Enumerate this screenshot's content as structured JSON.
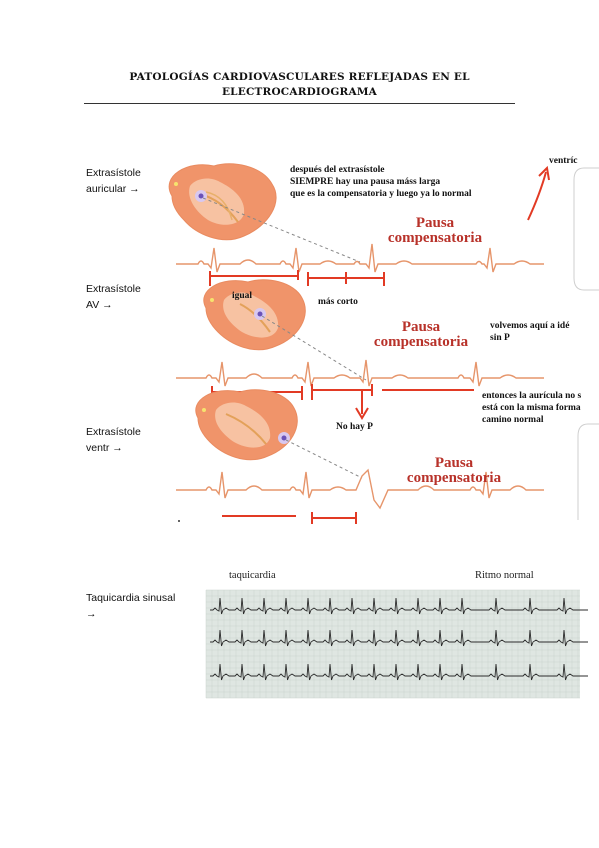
{
  "document": {
    "title_line1": "PATOLOGÍAS CARDIOVASCULARES REFLEJADAS EN EL",
    "title_line2": "ELECTROCARDIOGRAMA"
  },
  "sections": {
    "atrial": {
      "label_line1": "Extrasístole",
      "label_line2": "auricular →",
      "note_line1": "después del extrasístole",
      "note_line2": "SIEMPRE hay una pausa máss larga",
      "note_line3": "que es la compensatoria y luego ya lo normal",
      "side_note": "ventríc",
      "pausa_line1": "Pausa",
      "pausa_line2": "compensatoria"
    },
    "av": {
      "label_line1": "Extrasístole",
      "label_line2": "AV →",
      "note_igual": "igual",
      "note_corto": "más corto",
      "note_volvemos_line1": "volvemos aquí a idé",
      "note_volvemos_line2": "sin P",
      "pausa_line1": "Pausa",
      "pausa_line2": "compensatoria",
      "note_entonces_line1": "entonces la aurícula no  s",
      "note_entonces_line2": "está con la misma forma",
      "note_entonces_line3": "camino normal",
      "note_no_hay_p": "No hay P"
    },
    "ventricular": {
      "label_line1": "Extrasístole",
      "label_line2": "ventr →",
      "pausa_line1": "Pausa",
      "pausa_line2": "compensatoria"
    },
    "tachy": {
      "label_line1": "Taquicardia sinusal",
      "label_line2": "→",
      "header_left": "taquicardia",
      "header_right": "Ritmo normal"
    }
  },
  "colors": {
    "heart": "#f0946a",
    "heart_light": "#f7c2a2",
    "ecg_trace": "#e6956b",
    "annotation_red": "#e23a24",
    "pausa_text": "#b8322a",
    "grid_paper": "#dfe6e2",
    "grid_trace": "#2b2b2b"
  }
}
